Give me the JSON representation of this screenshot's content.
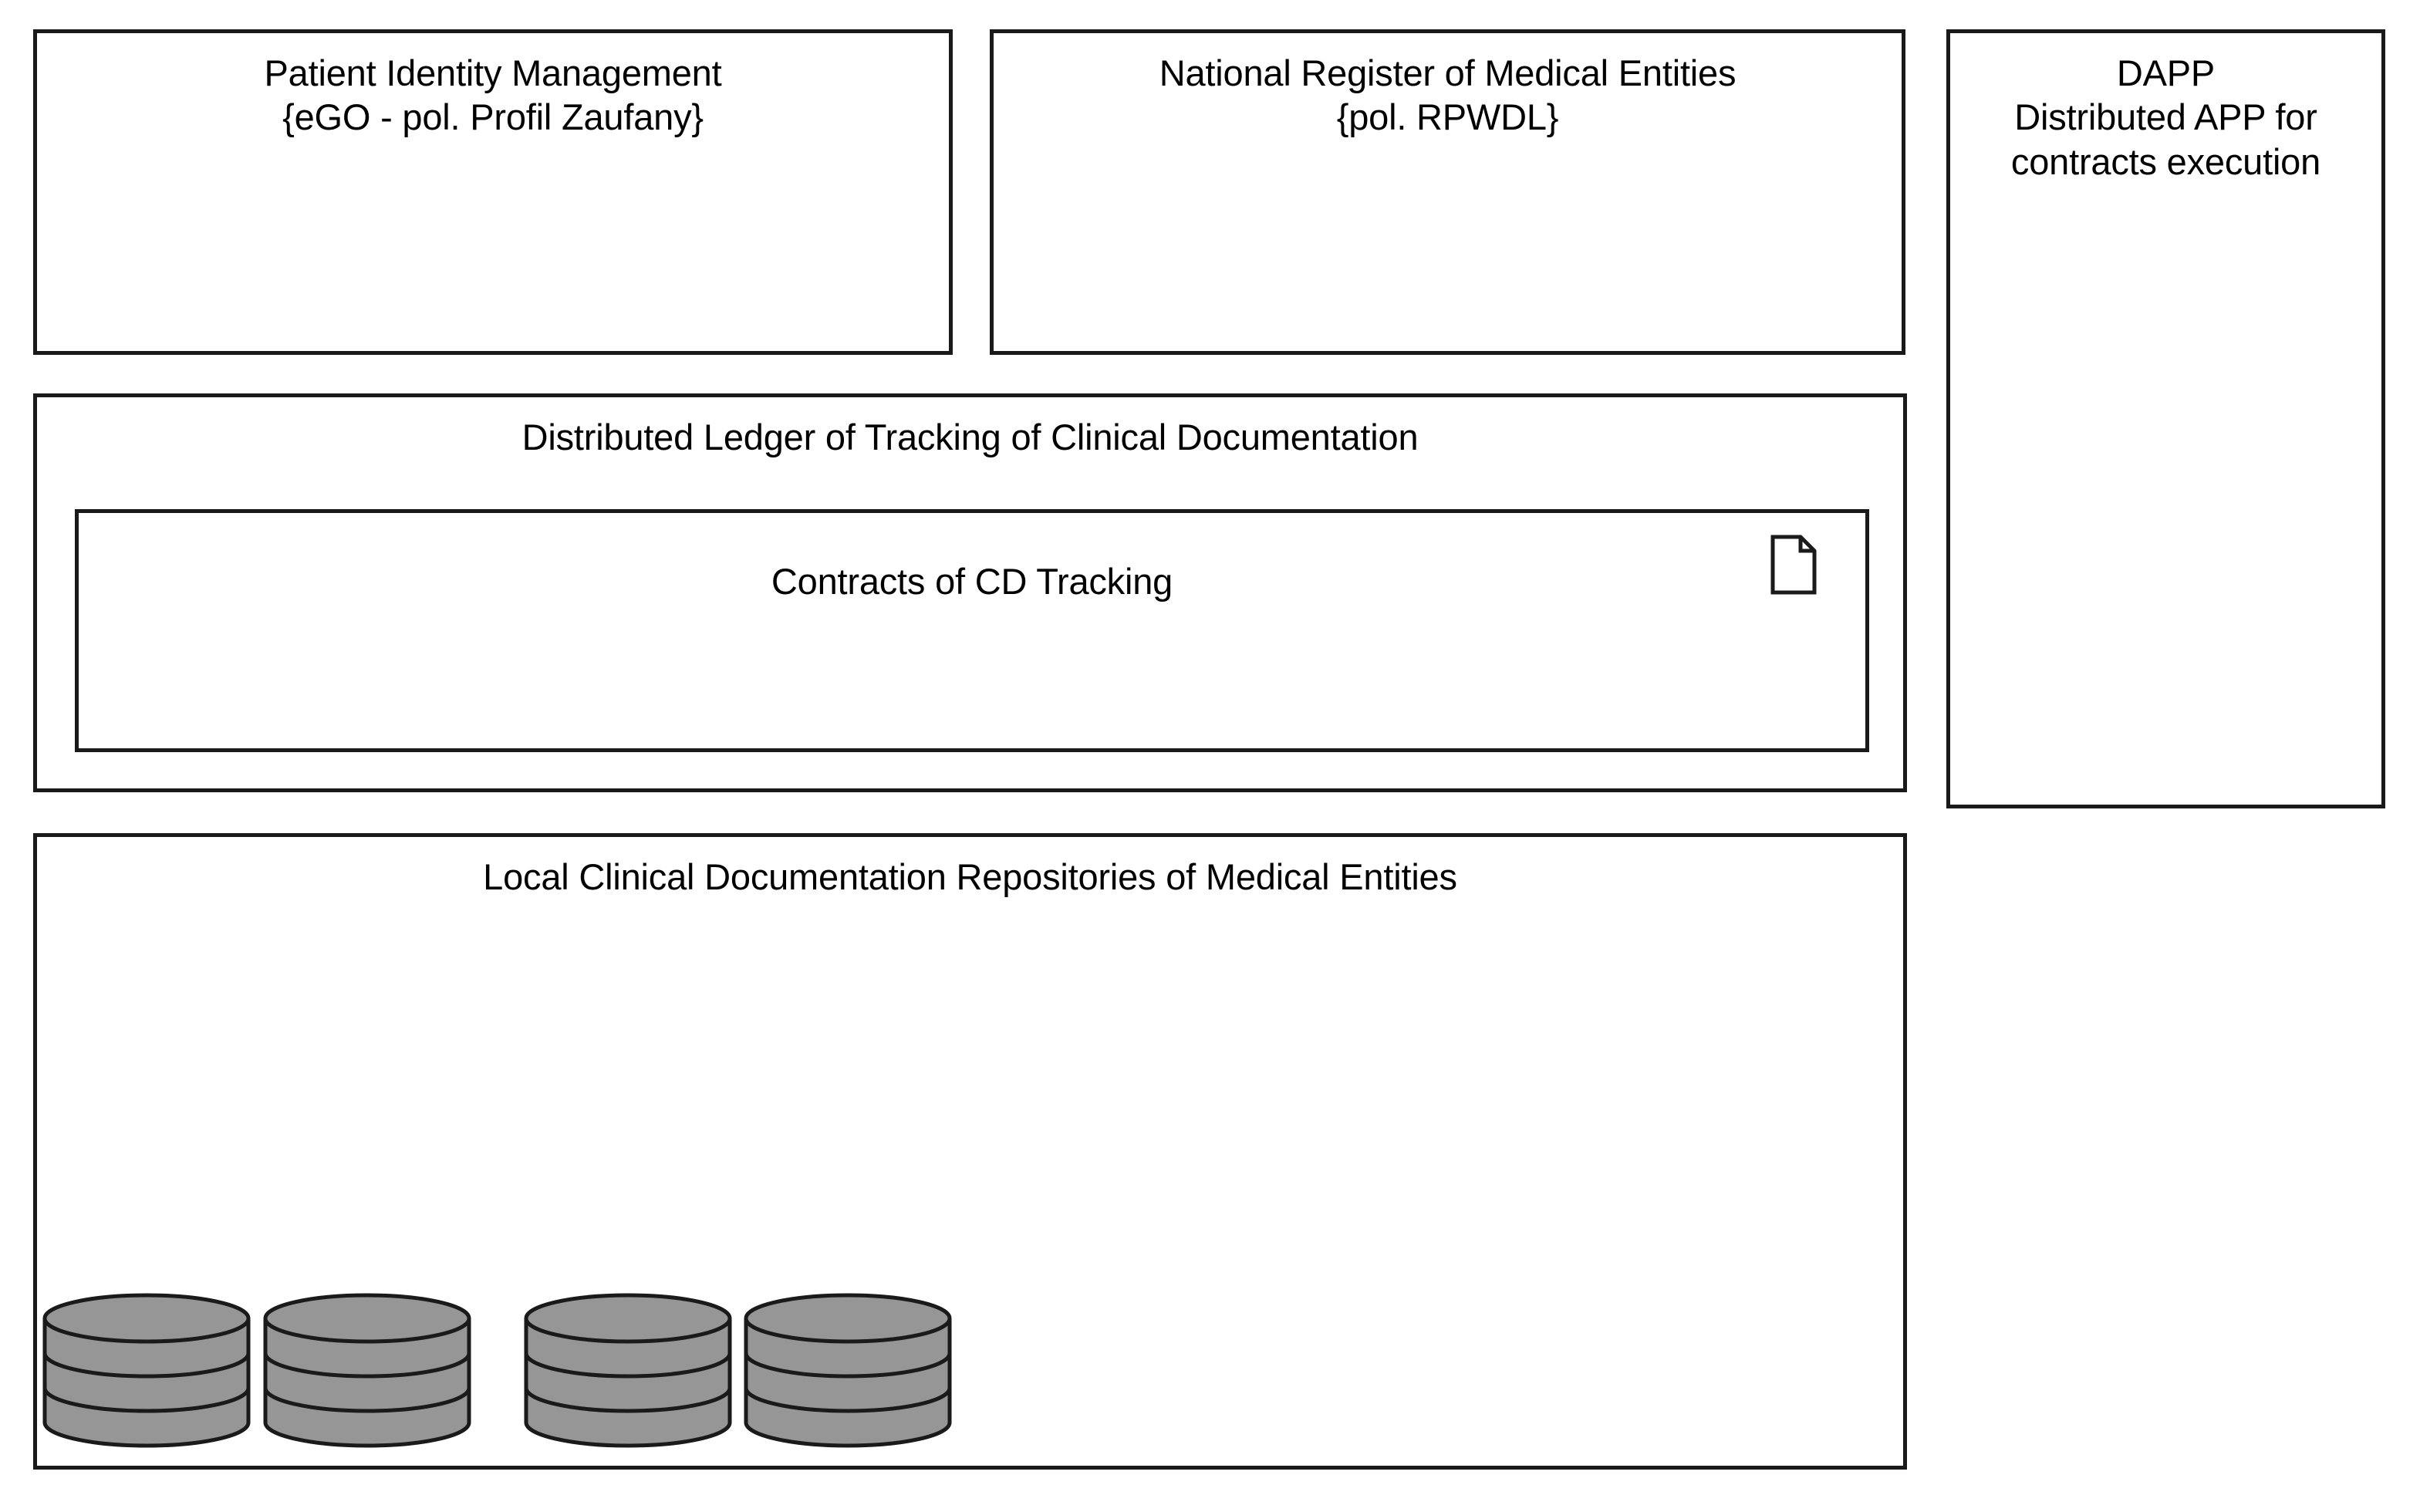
{
  "diagram": {
    "title_hidden": "",
    "background_color": "#ffffff",
    "stroke_color": "#1a1a1a",
    "cylinder_fill": "#969696"
  },
  "boxes": {
    "patient_identity": {
      "title": "Patient Identity Management\n{eGO - pol. Profil Zaufany}"
    },
    "national_register": {
      "title": "National Register of Medical Entities\n{pol. RPWDL}"
    },
    "dapp": {
      "title": "DAPP\nDistributed APP for\ncontracts execution"
    },
    "ledger": {
      "title": "Distributed Ledger of Tracking of Clinical Documentation"
    },
    "contracts": {
      "title": "Contracts of CD Tracking",
      "icon": "document-icon"
    },
    "repositories": {
      "title": "Local Clinical Documentation Repositories of Medical Entities",
      "database_count": 4,
      "databases": [
        {
          "label": ""
        },
        {
          "label": ""
        },
        {
          "label": ""
        },
        {
          "label": ""
        }
      ]
    }
  }
}
